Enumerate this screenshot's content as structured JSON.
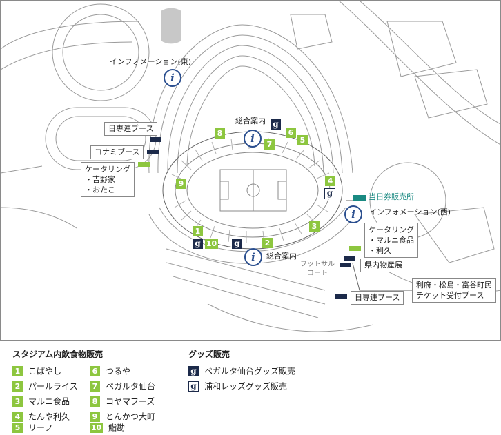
{
  "map": {
    "info_east": "インフォメーション(東)",
    "info_west": "インフォメーション(西)",
    "info_symbol": "i",
    "main_info_north": "総合案内",
    "main_info_south": "総合案内",
    "nissenren_north": "日専連ブース",
    "konami": "コナミブース",
    "catering_east": [
      "ケータリング",
      "・吉野家",
      "・おたこ"
    ],
    "catering_west": [
      "ケータリング",
      "・マルニ食品",
      "・利久"
    ],
    "same_day_tickets": "当日券販売所",
    "prefectural_expo": "県内物産展",
    "futsal_court": [
      "フットサル",
      "コート"
    ],
    "ticket_booth": [
      "利府・松島・富谷町民",
      "チケット受付ブース"
    ],
    "nissenren_south": "日専連ブース",
    "stall_numbers": [
      "1",
      "2",
      "3",
      "4",
      "5",
      "6",
      "7",
      "8",
      "9",
      "10"
    ],
    "goods_symbol": "g"
  },
  "legend": {
    "food_title": "スタジアム内飲食物販売",
    "food_items": [
      {
        "num": "1",
        "name": "こばやし"
      },
      {
        "num": "2",
        "name": "パールライス"
      },
      {
        "num": "3",
        "name": "マルニ食品"
      },
      {
        "num": "4",
        "name": "たんや利久"
      },
      {
        "num": "5",
        "name": "リーフ"
      },
      {
        "num": "6",
        "name": "つるや"
      },
      {
        "num": "7",
        "name": "ベガルタ仙台"
      },
      {
        "num": "8",
        "name": "コヤマフーズ"
      },
      {
        "num": "9",
        "name": "とんかつ大町"
      },
      {
        "num": "10",
        "name": "鮨勘"
      }
    ],
    "goods_title": "グッズ販売",
    "goods_items": [
      {
        "mark": "g",
        "name": "ベガルタ仙台グッズ販売"
      },
      {
        "mark": "g",
        "name": "浦和レッズグッズ販売"
      }
    ]
  },
  "colors": {
    "food": "#8dc63f",
    "vegalta_goods": "#1c2a4a",
    "info": "#2b4f8f",
    "same_day_tickets": "#1a8a82",
    "booth": "#1c2a4a"
  }
}
